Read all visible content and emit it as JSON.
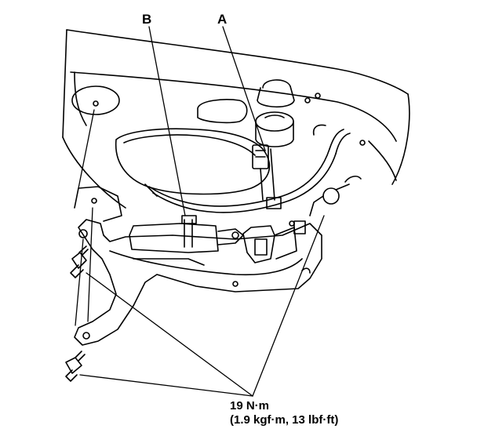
{
  "labels": {
    "a": "A",
    "b": "B"
  },
  "torque": {
    "nm": "19 N·m",
    "alt": "(1.9 kgf·m, 13 lbf·ft)"
  },
  "colors": {
    "ink": "#000000",
    "background": "#ffffff"
  }
}
